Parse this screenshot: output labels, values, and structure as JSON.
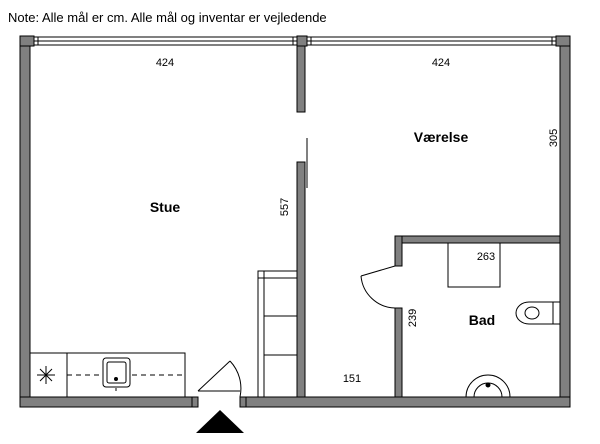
{
  "note": "Note: Alle mål er cm. Alle mål og inventar er vejledende",
  "rooms": {
    "stue": "Stue",
    "vaerelse": "Værelse",
    "bad": "Bad"
  },
  "dimensions": {
    "stue_width": "424",
    "vaerelse_width": "424",
    "vaerelse_depth": "305",
    "stue_depth": "557",
    "bad_width": "263",
    "bad_depth": "239",
    "hall_width": "151"
  },
  "colors": {
    "wall": "#808080",
    "line": "#000000",
    "background": "#ffffff"
  },
  "icons": {
    "entrance": "entrance-arrow-icon",
    "sink": "kitchen-sink-icon",
    "stove": "stove-burner-icon",
    "toilet": "toilet-icon",
    "basin": "washbasin-icon"
  }
}
